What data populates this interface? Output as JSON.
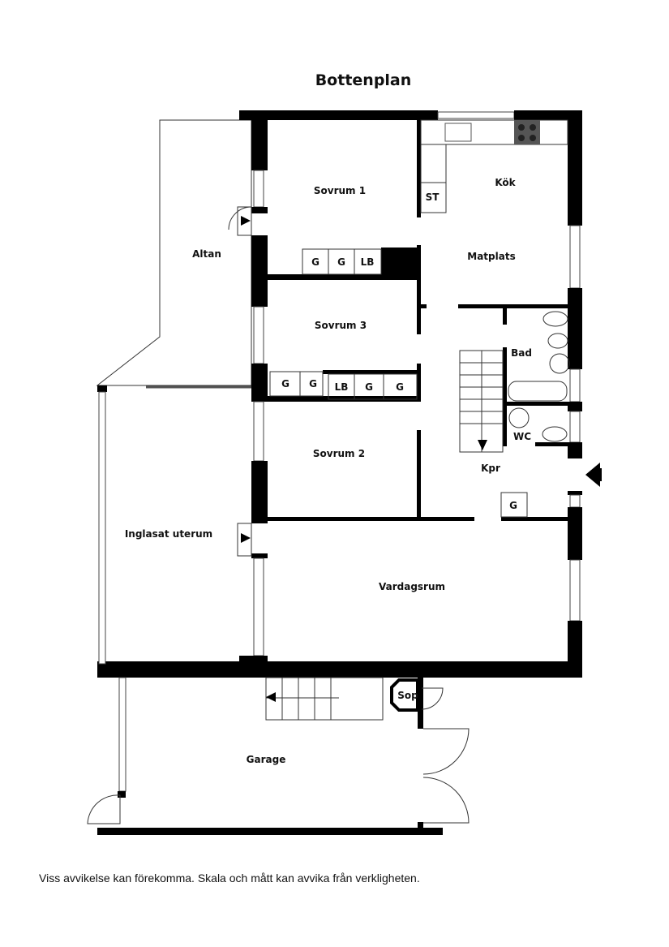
{
  "title": "Bottenplan",
  "rooms": {
    "sovrum1": "Sovrum 1",
    "kok": "Kök",
    "st": "ST",
    "matplats": "Matplats",
    "altan": "Altan",
    "sovrum3": "Sovrum 3",
    "bad": "Bad",
    "wc": "WC",
    "sovrum2": "Sovrum 2",
    "kpr": "Kpr",
    "inglasat": "Inglasat uterum",
    "vardagsrum": "Vardagsrum",
    "sop": "Sop",
    "garage": "Garage"
  },
  "storage": {
    "row1": [
      "G",
      "G",
      "LB"
    ],
    "row2a": [
      "G",
      "G"
    ],
    "row2b": [
      "LB",
      "G",
      "G"
    ],
    "hall": "G"
  },
  "footnote": "Viss avvikelse kan förekomma. Skala och mått kan avvika från verkligheten."
}
